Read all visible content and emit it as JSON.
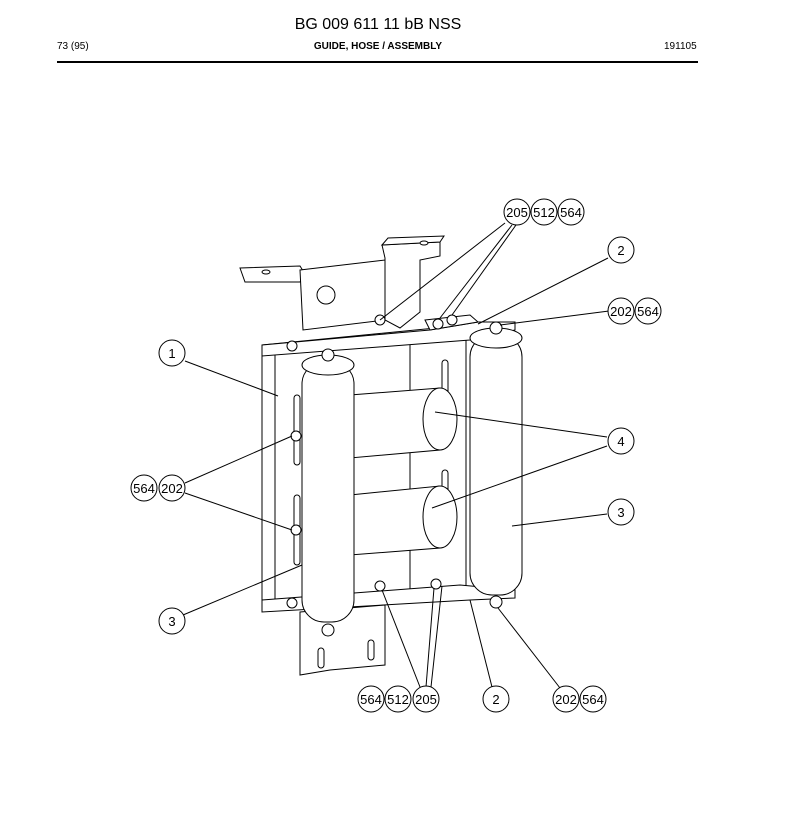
{
  "header": {
    "doc_number": "BG 009 611 11 bB NSS",
    "page": "73 (95)",
    "section": "GUIDE, HOSE / ASSEMBLY",
    "date": "191105"
  },
  "callouts": {
    "top_group": [
      "205",
      "512",
      "564"
    ],
    "right_2_top": "2",
    "right_202_564": [
      "202",
      "564"
    ],
    "left_1": "1",
    "right_4": "4",
    "left_564_202": [
      "564",
      "202"
    ],
    "right_3": "3",
    "left_3": "3",
    "bottom_group": [
      "564",
      "512",
      "205"
    ],
    "bottom_2": "2",
    "bottom_202_564": [
      "202",
      "564"
    ]
  }
}
